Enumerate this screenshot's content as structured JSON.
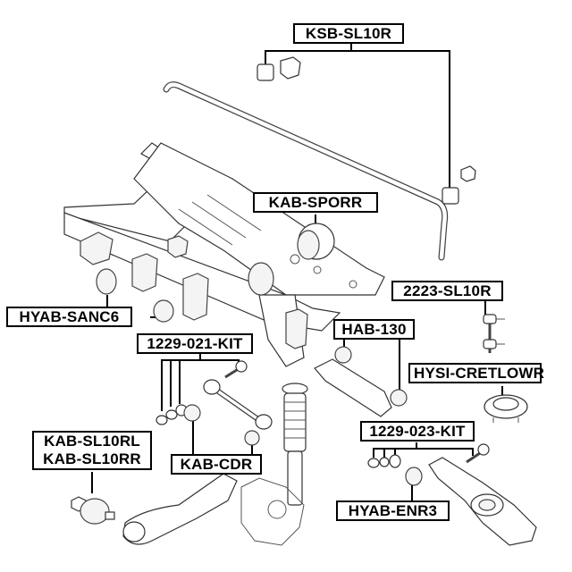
{
  "diagram": {
    "title": "Rear suspension exploded view",
    "labels": [
      {
        "id": "ksb",
        "lines": [
          "KSB-SL10R"
        ]
      },
      {
        "id": "kabsporr",
        "lines": [
          "KAB-SPORR"
        ]
      },
      {
        "id": "hyabsanc6",
        "lines": [
          "HYAB-SANC6"
        ]
      },
      {
        "id": "sl10r2223",
        "lines": [
          "2223-SL10R"
        ]
      },
      {
        "id": "hab130",
        "lines": [
          "HAB-130"
        ]
      },
      {
        "id": "kit021",
        "lines": [
          "1229-021-KIT"
        ]
      },
      {
        "id": "hysi",
        "lines": [
          "HYSI-CRETLOWR"
        ]
      },
      {
        "id": "kit023",
        "lines": [
          "1229-023-KIT"
        ]
      },
      {
        "id": "kabsl10",
        "lines": [
          "KAB-SL10RL",
          "KAB-SL10RR"
        ]
      },
      {
        "id": "kabcdr",
        "lines": [
          "KAB-CDR"
        ]
      },
      {
        "id": "hyabenr3",
        "lines": [
          "HYAB-ENR3"
        ]
      }
    ],
    "components": [
      "stabilizer-bar",
      "stabilizer-bushing",
      "stabilizer-clamp",
      "subframe",
      "subframe-bushing",
      "stabilizer-link",
      "upper-arm",
      "arm-bushing",
      "spring-seat",
      "shock-absorber",
      "trailing-arm",
      "lower-arm",
      "knuckle",
      "camber-bolt",
      "nut",
      "washer"
    ]
  }
}
